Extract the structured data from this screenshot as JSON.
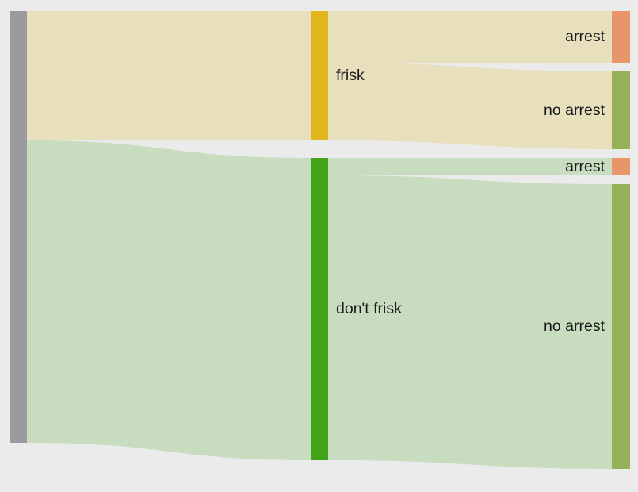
{
  "diagram": {
    "type": "sankey",
    "background": "#ebebeb",
    "nodes": [
      {
        "id": "root",
        "label": "",
        "color": "#9b9a9f"
      },
      {
        "id": "frisk",
        "label": "frisk",
        "color": "#e1b71b"
      },
      {
        "id": "dont_frisk",
        "label": "don't frisk",
        "color": "#42a21a"
      },
      {
        "id": "frisk_arrest",
        "label": "arrest",
        "color": "#e8956b"
      },
      {
        "id": "frisk_no_arrest",
        "label": "no arrest",
        "color": "#97b15a"
      },
      {
        "id": "dont_frisk_arrest",
        "label": "arrest",
        "color": "#e8956b"
      },
      {
        "id": "dont_frisk_no_arrest",
        "label": "no arrest",
        "color": "#97b15a"
      }
    ],
    "links": [
      {
        "source": "root",
        "target": "frisk",
        "color": "#e8e0bd"
      },
      {
        "source": "root",
        "target": "dont_frisk",
        "color": "#c8ddbf"
      },
      {
        "source": "frisk",
        "target": "frisk_arrest",
        "color": "#e8e0bd"
      },
      {
        "source": "frisk",
        "target": "frisk_no_arrest",
        "color": "#e8e0bd"
      },
      {
        "source": "dont_frisk",
        "target": "dont_frisk_arrest",
        "color": "#c8ddbf"
      },
      {
        "source": "dont_frisk",
        "target": "dont_frisk_no_arrest",
        "color": "#c8ddbf"
      }
    ]
  }
}
